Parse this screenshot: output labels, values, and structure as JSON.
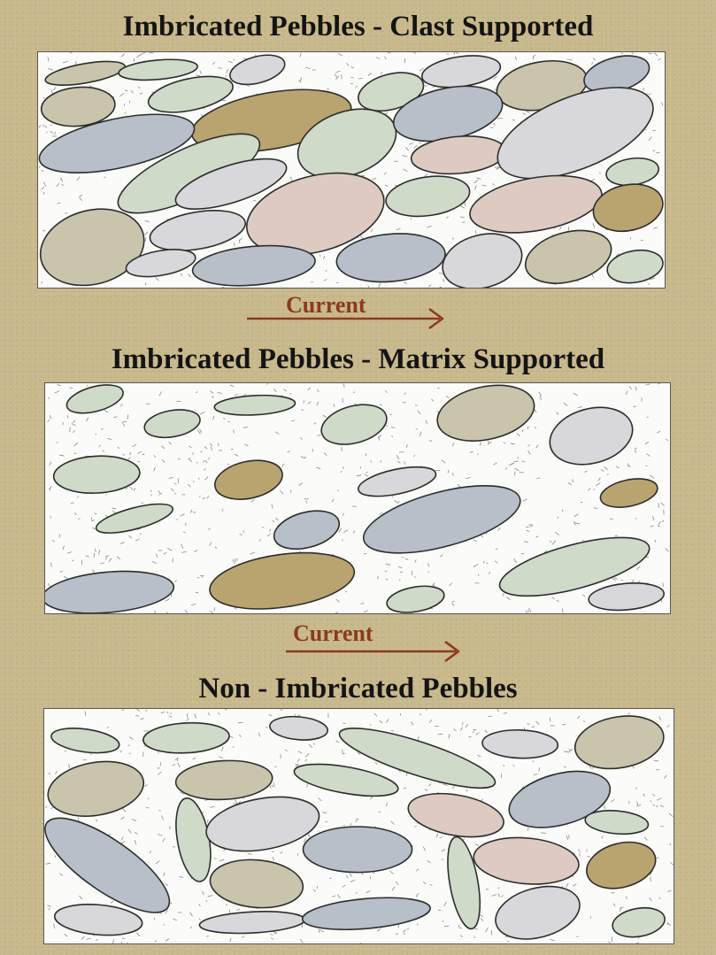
{
  "titles": {
    "clast": "Imbricated Pebbles - Clast Supported",
    "matrix": "Imbricated Pebbles - Matrix Supported",
    "non": "Non - Imbricated Pebbles"
  },
  "arrows": {
    "current_label": "Current"
  },
  "colors": {
    "background": "#c8b98c",
    "matrix": "#fbfbf8",
    "arrow": "#8b3a1c",
    "pebble_gray": "#d8d8da",
    "pebble_blue_gray": "#b7bfc8",
    "pebble_sage": "#cfdac9",
    "pebble_olive": "#c8c5ac",
    "pebble_tan": "#b9a470",
    "pebble_pink": "#ddcbc2"
  }
}
